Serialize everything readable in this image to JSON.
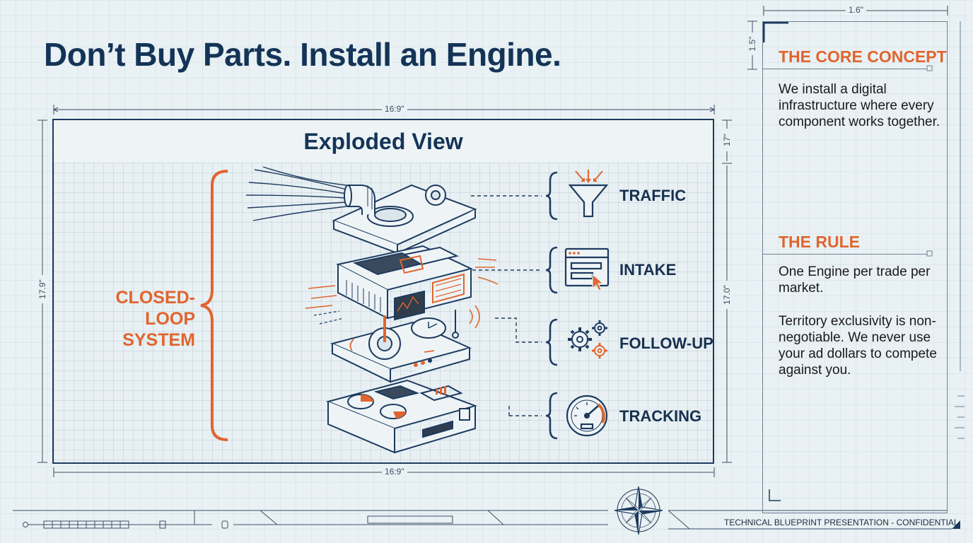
{
  "title": "Don’t Buy Parts. Install an Engine.",
  "diagram": {
    "header": "Exploded View",
    "loop_label_line1": "CLOSED-LOOP",
    "loop_label_line2": "SYSTEM",
    "components": [
      {
        "label": "TRAFFIC",
        "icon": "funnel-icon"
      },
      {
        "label": "INTAKE",
        "icon": "form-window-icon"
      },
      {
        "label": "FOLLOW-UP",
        "icon": "gears-icon"
      },
      {
        "label": "TRACKING",
        "icon": "gauge-icon"
      }
    ],
    "dimensions": {
      "top_width": "16:9\"",
      "bottom_width": "16:9\"",
      "left_height": "17.9\"",
      "right_header": "17\"",
      "right_height": "17.0\""
    }
  },
  "side_panel": {
    "width_dim": "1.6\"",
    "height_dim": "1.5\"",
    "core_heading": "THE CORE CONCEPT",
    "core_text": "We install a digital infrastructure where every component works together.",
    "rule_heading": "THE RULE",
    "rule_text_1": "One Engine per trade per market.",
    "rule_text_2": "Territory exclusivity is non-negotiable. We never use your ad dollars to compete against you."
  },
  "footer": "TECHNICAL BLUEPRINT PRESENTATION - CONFIDENTIAL",
  "colors": {
    "navy": "#1d3a5f",
    "orange": "#e0652e",
    "background": "#e9f1f4"
  }
}
